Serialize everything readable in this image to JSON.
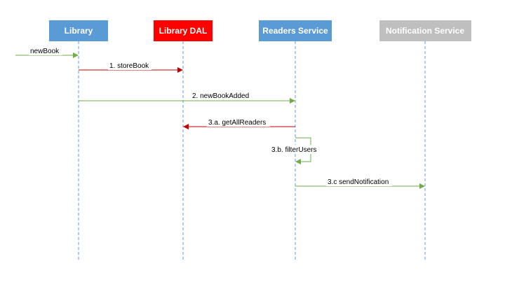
{
  "participants": [
    {
      "id": "library",
      "label": "Library",
      "color": "#5B9BD5"
    },
    {
      "id": "dal",
      "label": "Library DAL",
      "color": "#FF0000"
    },
    {
      "id": "readers",
      "label": "Readers Service",
      "color": "#5B9BD5"
    },
    {
      "id": "notification",
      "label": "Notification Service",
      "color": "#BFBFBF"
    }
  ],
  "messages": [
    {
      "id": "newBook",
      "label": "newBook",
      "color": "#70AD47"
    },
    {
      "id": "storeBook",
      "label": "1. storeBook",
      "color": "#C00000"
    },
    {
      "id": "newBookAdded",
      "label": "2. newBookAdded",
      "color": "#70AD47"
    },
    {
      "id": "getAllReaders",
      "label": "3.a. getAllReaders",
      "color": "#C00000"
    },
    {
      "id": "filterUsers",
      "label": "3.b. filterUsers",
      "color": "#70AD47"
    },
    {
      "id": "sendNotification",
      "label": "3.c sendNotification",
      "color": "#70AD47"
    }
  ],
  "lifeline_color": "#5B9BD5"
}
